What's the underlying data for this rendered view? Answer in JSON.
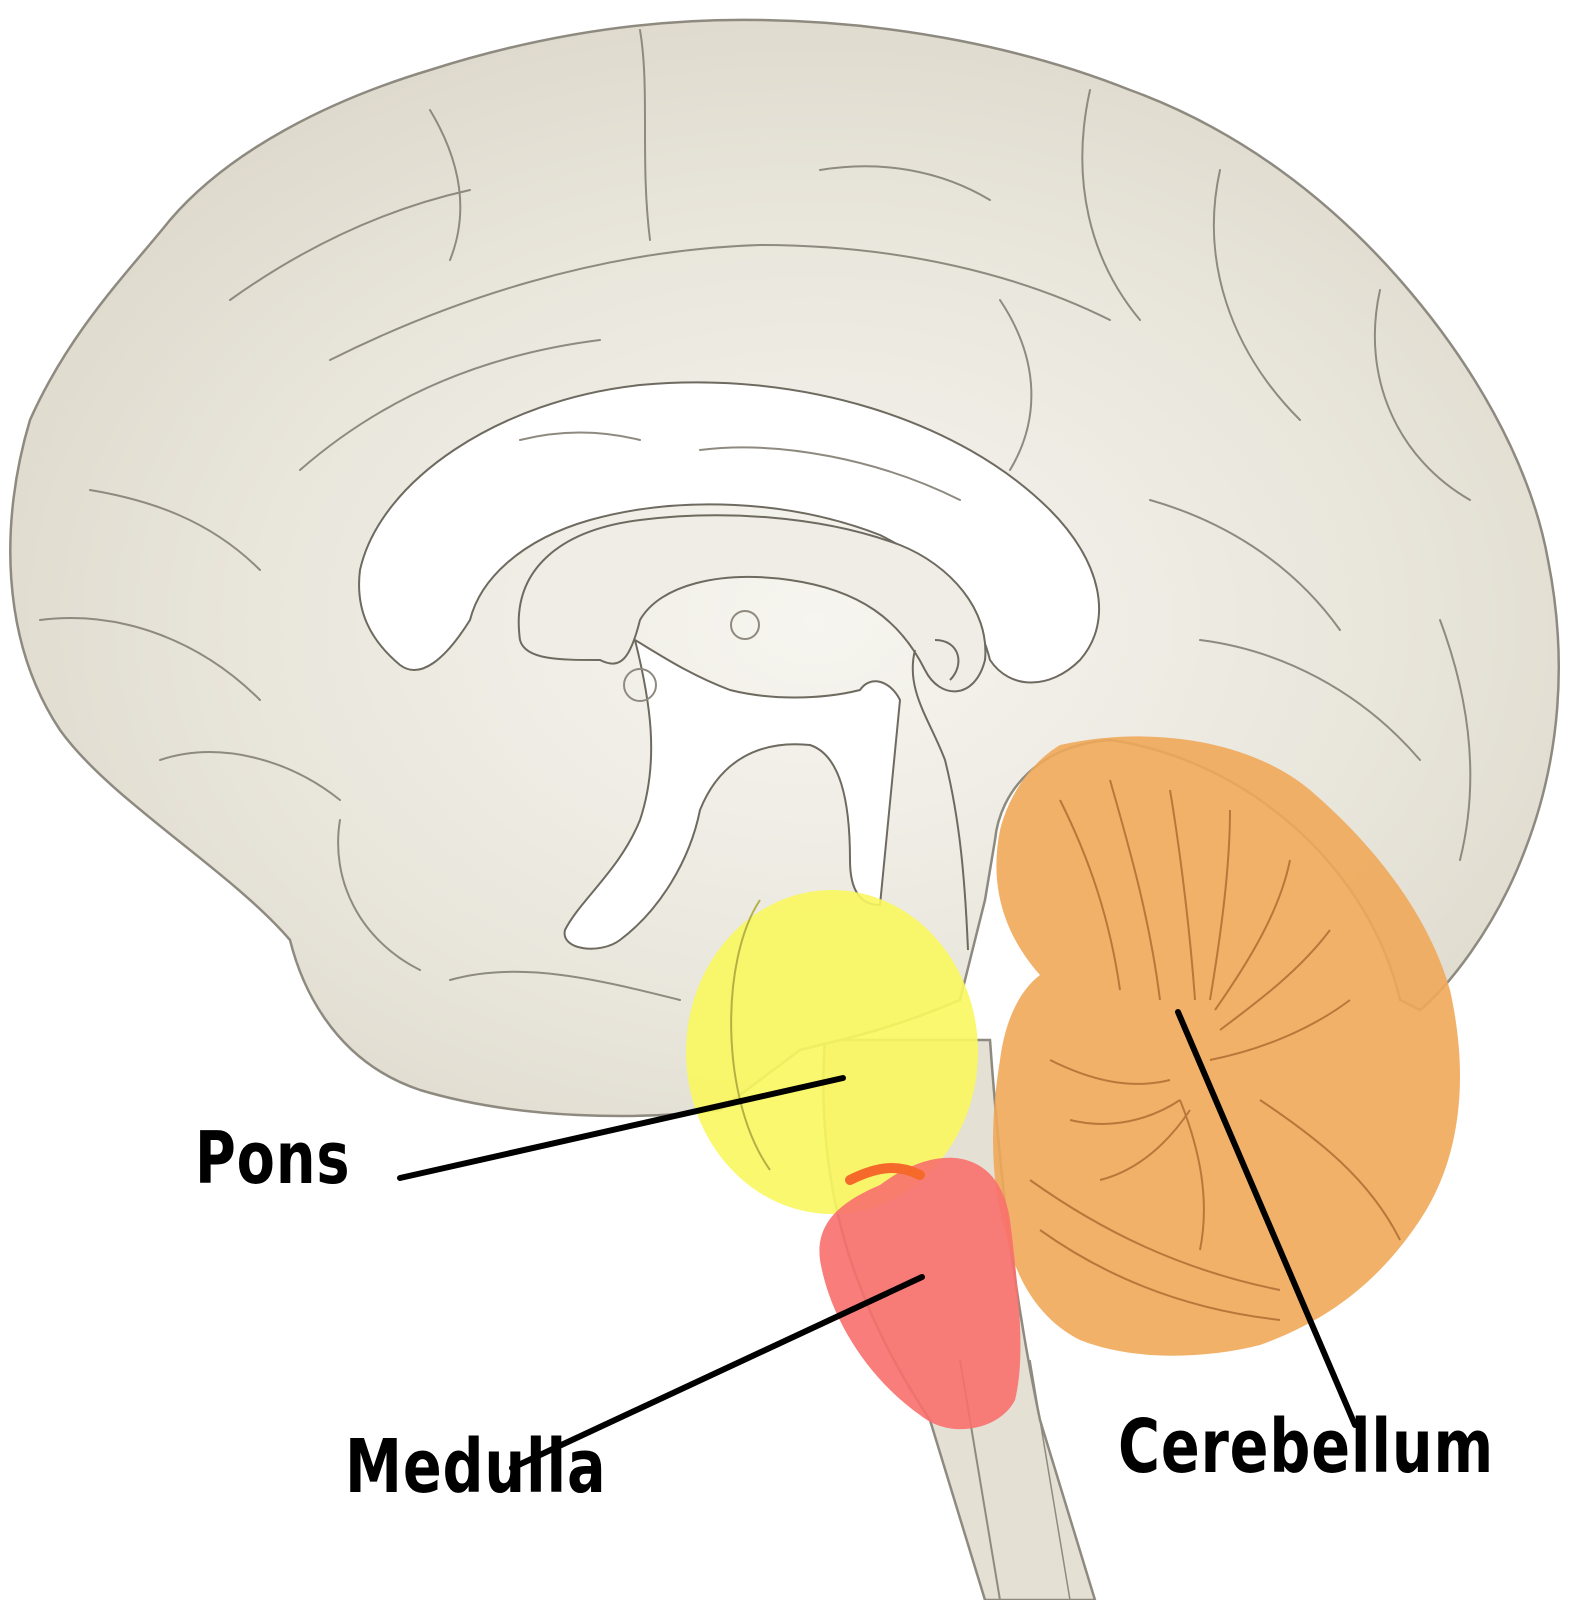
{
  "labels": {
    "pons": "Pons",
    "medulla": "Medulla",
    "cerebellum": "Cerebellum"
  },
  "colors": {
    "brain_fill": "#e6e2d6",
    "brain_stroke": "#8e8a80",
    "pons_highlight": "#f9f75e",
    "medulla_highlight": "#f8706d",
    "cerebellum_highlight": "#f0a959",
    "leader_line": "#000000"
  }
}
